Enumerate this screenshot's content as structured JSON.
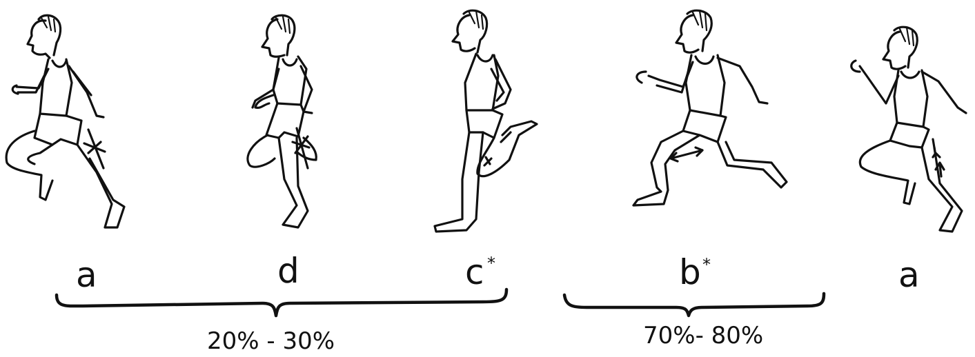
{
  "figures": [
    {
      "label": "a",
      "superscript": ""
    },
    {
      "label": "d",
      "superscript": ""
    },
    {
      "label": "c",
      "superscript": "*"
    },
    {
      "label": "b",
      "superscript": "*"
    },
    {
      "label": "a",
      "superscript": ""
    }
  ],
  "braces": [
    {
      "text": "20% - 30%"
    },
    {
      "text": "70%- 80%"
    }
  ],
  "colors": {
    "ink": "#111111",
    "paper": "#ffffff"
  }
}
